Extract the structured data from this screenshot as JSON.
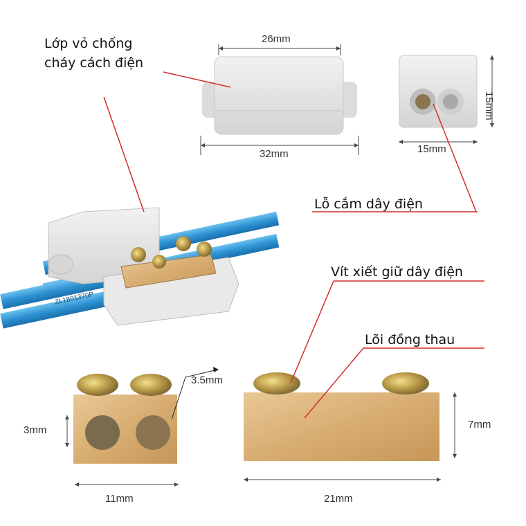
{
  "labels": {
    "housing_line1": "Lớp vỏ chống",
    "housing_line2": "cháy cách điện",
    "wire_hole": "Lỗ cắm dây điện",
    "screw": "Vít xiết giữ dây điện",
    "brass_core": "Lõi đồng thau"
  },
  "dimensions": {
    "top_width": "26mm",
    "bottom_width": "32mm",
    "end_height": "15mm",
    "end_width": "15mm",
    "screw_gap": "3.5mm",
    "hole_dia": "3mm",
    "block_width": "11mm",
    "block_length": "21mm",
    "block_height": "7mm"
  },
  "cable_print": "ZL1801370P",
  "colors": {
    "callout_line": "#d42b2b",
    "housing": "#e6e6e6",
    "brass": "#d9b27c",
    "cable": "#3aa0dc"
  }
}
